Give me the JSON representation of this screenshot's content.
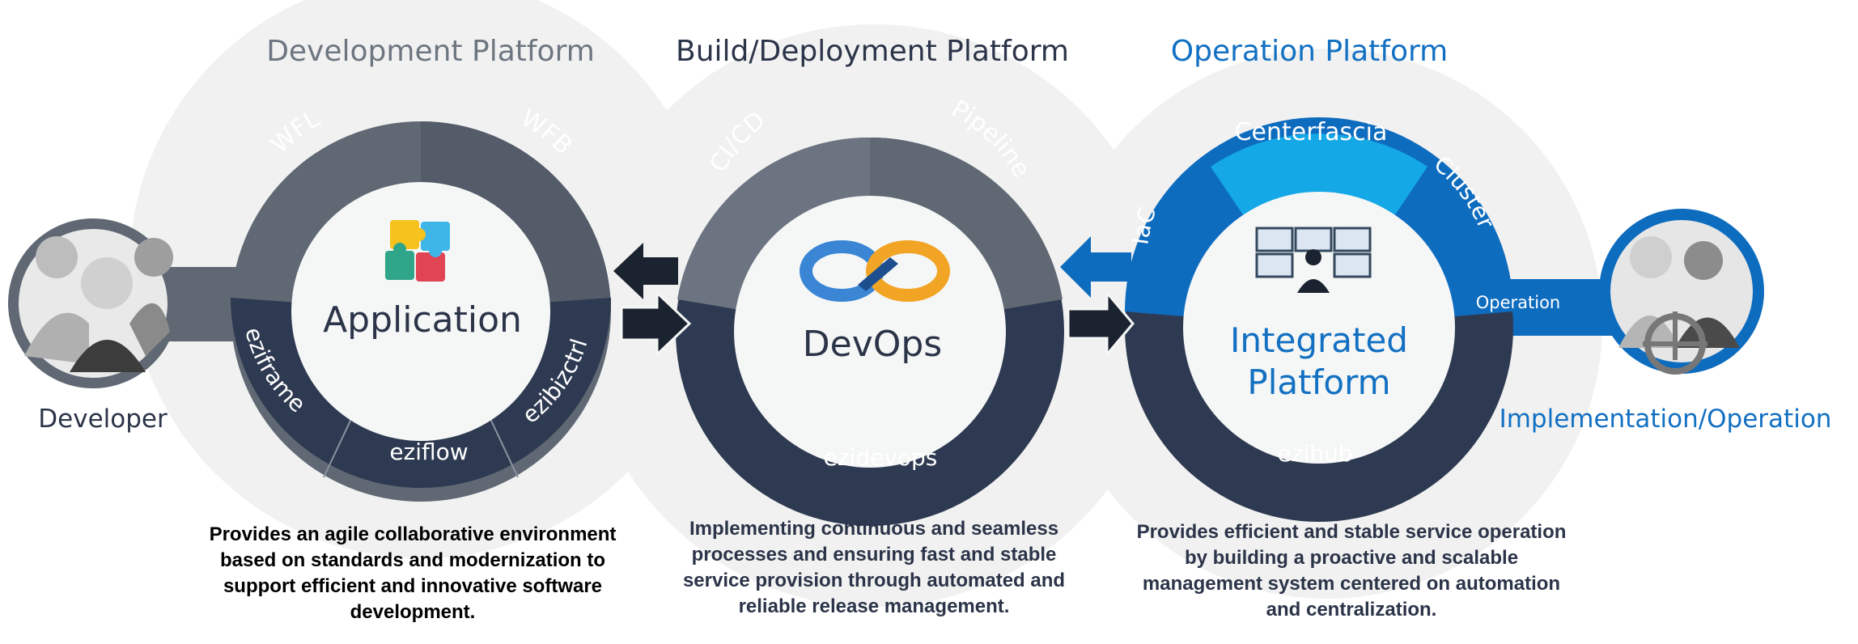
{
  "colors": {
    "halo": "#f1f1f1",
    "dev_ring": "#5f6873",
    "dev_ring_light": "#6b7480",
    "dark_navy": "#2e3a51",
    "blue": "#0e6cbf",
    "light_blue": "#14a8e6",
    "white": "#ffffff",
    "inner": "#f5f6f6",
    "gray_text": "#6d7680",
    "navy_text": "#2b3448",
    "blue_text": "#1270c2"
  },
  "development": {
    "header": "Development Platform",
    "center_label": "Application",
    "segments": {
      "top_left": "WFL",
      "top_right": "WFB",
      "bottom_left": "eziframe",
      "bottom": "eziflow",
      "bottom_right": "ezibizctrl"
    },
    "icon": "puzzle-icon",
    "description": "Provides an agile collaborative environment based on standards and modernization to support efficient and innovative software development."
  },
  "build": {
    "header": "Build/Deployment Platform",
    "center_label": "DevOps",
    "segments": {
      "top_left": "CI/CD",
      "top_right": "Pipeline",
      "bottom": "ezidevops"
    },
    "icon": "devops-infinity-icon",
    "description": "Implementing continuous and seamless processes and ensuring fast and stable service provision through automated and reliable release management."
  },
  "operation": {
    "header": "Operation Platform",
    "center_label_line1": "Integrated",
    "center_label_line2": "Platform",
    "segments": {
      "top": "Centerfascia",
      "top_left": "IaC",
      "top_right": "Cluster",
      "bottom": "ezihub",
      "connector": "Operation"
    },
    "icon": "monitoring-screens-icon",
    "description": "Provides efficient and stable service operation by building a proactive and scalable management system centered on automation and centralization."
  },
  "actors": {
    "developer": "Developer",
    "operator": "Implementation/Operation"
  }
}
